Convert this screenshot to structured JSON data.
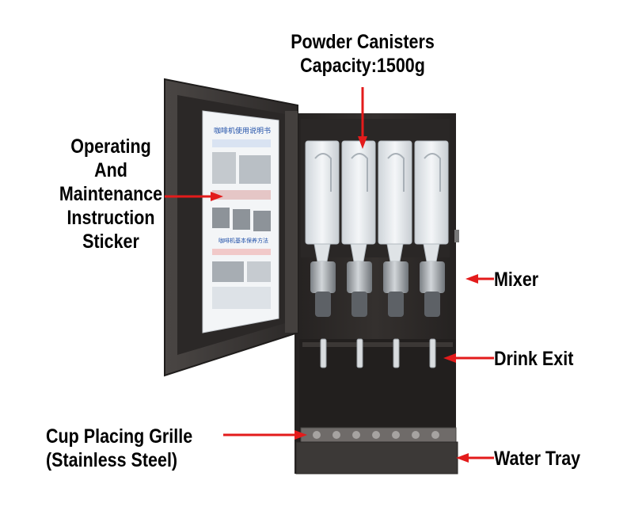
{
  "labels": {
    "powder_canisters": [
      "Powder Canisters",
      "Capacity:1500g"
    ],
    "instruction_sticker": [
      "Operating",
      "And",
      "Maintenance",
      "Instruction",
      "Sticker"
    ],
    "mixer": "Mixer",
    "drink_exit": "Drink Exit",
    "cup_grille": [
      "Cup Placing Grille",
      "(Stainless Steel)"
    ],
    "water_tray": "Water Tray"
  },
  "colors": {
    "arrow": "#e31b1b",
    "machine_body": "#2f2c2b",
    "door_frame": "#3a3735",
    "canister": "#e9ecef",
    "mixer": "#9ea3a8",
    "tray": "#4a4644"
  },
  "sticker_text": {
    "title": "咖啡机使用说明书",
    "section": "咖啡机基本保养方法"
  }
}
